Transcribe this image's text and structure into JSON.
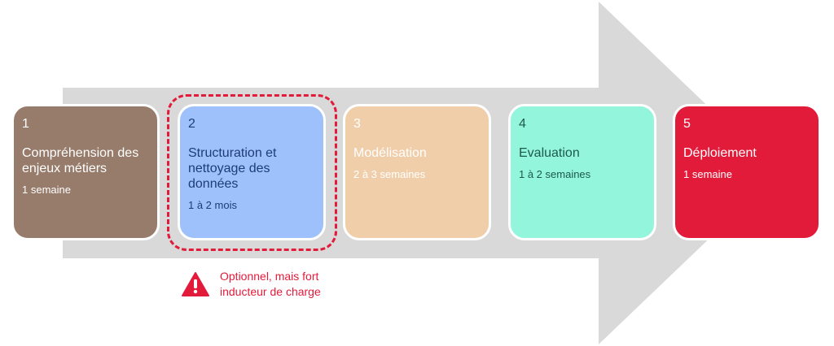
{
  "steps": [
    {
      "number": "1",
      "title": "Compréhension des enjeux métiers",
      "duration": "1 semaine",
      "color": "#977b6b",
      "text_color": "#ffffff"
    },
    {
      "number": "2",
      "title": "Structuration et nettoyage des données",
      "duration": "1 à 2 mois",
      "color": "#9ec0fb",
      "text_color": "#1d3c78"
    },
    {
      "number": "3",
      "title": "Modélisation",
      "duration": "2 à 3 semaines",
      "color": "#f1ceaa",
      "text_color": "#ffffff"
    },
    {
      "number": "4",
      "title": "Evaluation",
      "duration": "1 à 2 semaines",
      "color": "#92f5dc",
      "text_color": "#1e5a4a"
    },
    {
      "number": "5",
      "title": "Déploiement",
      "duration": "1 semaine",
      "color": "#e31b3b",
      "text_color": "#ffffff"
    }
  ],
  "note": {
    "text": "Optionnel, mais fort inducteur de charge",
    "icon": "warning-icon",
    "color": "#e31b3b"
  },
  "arrow_color": "#d9d9d9",
  "highlight_border_color": "#e31b3b"
}
